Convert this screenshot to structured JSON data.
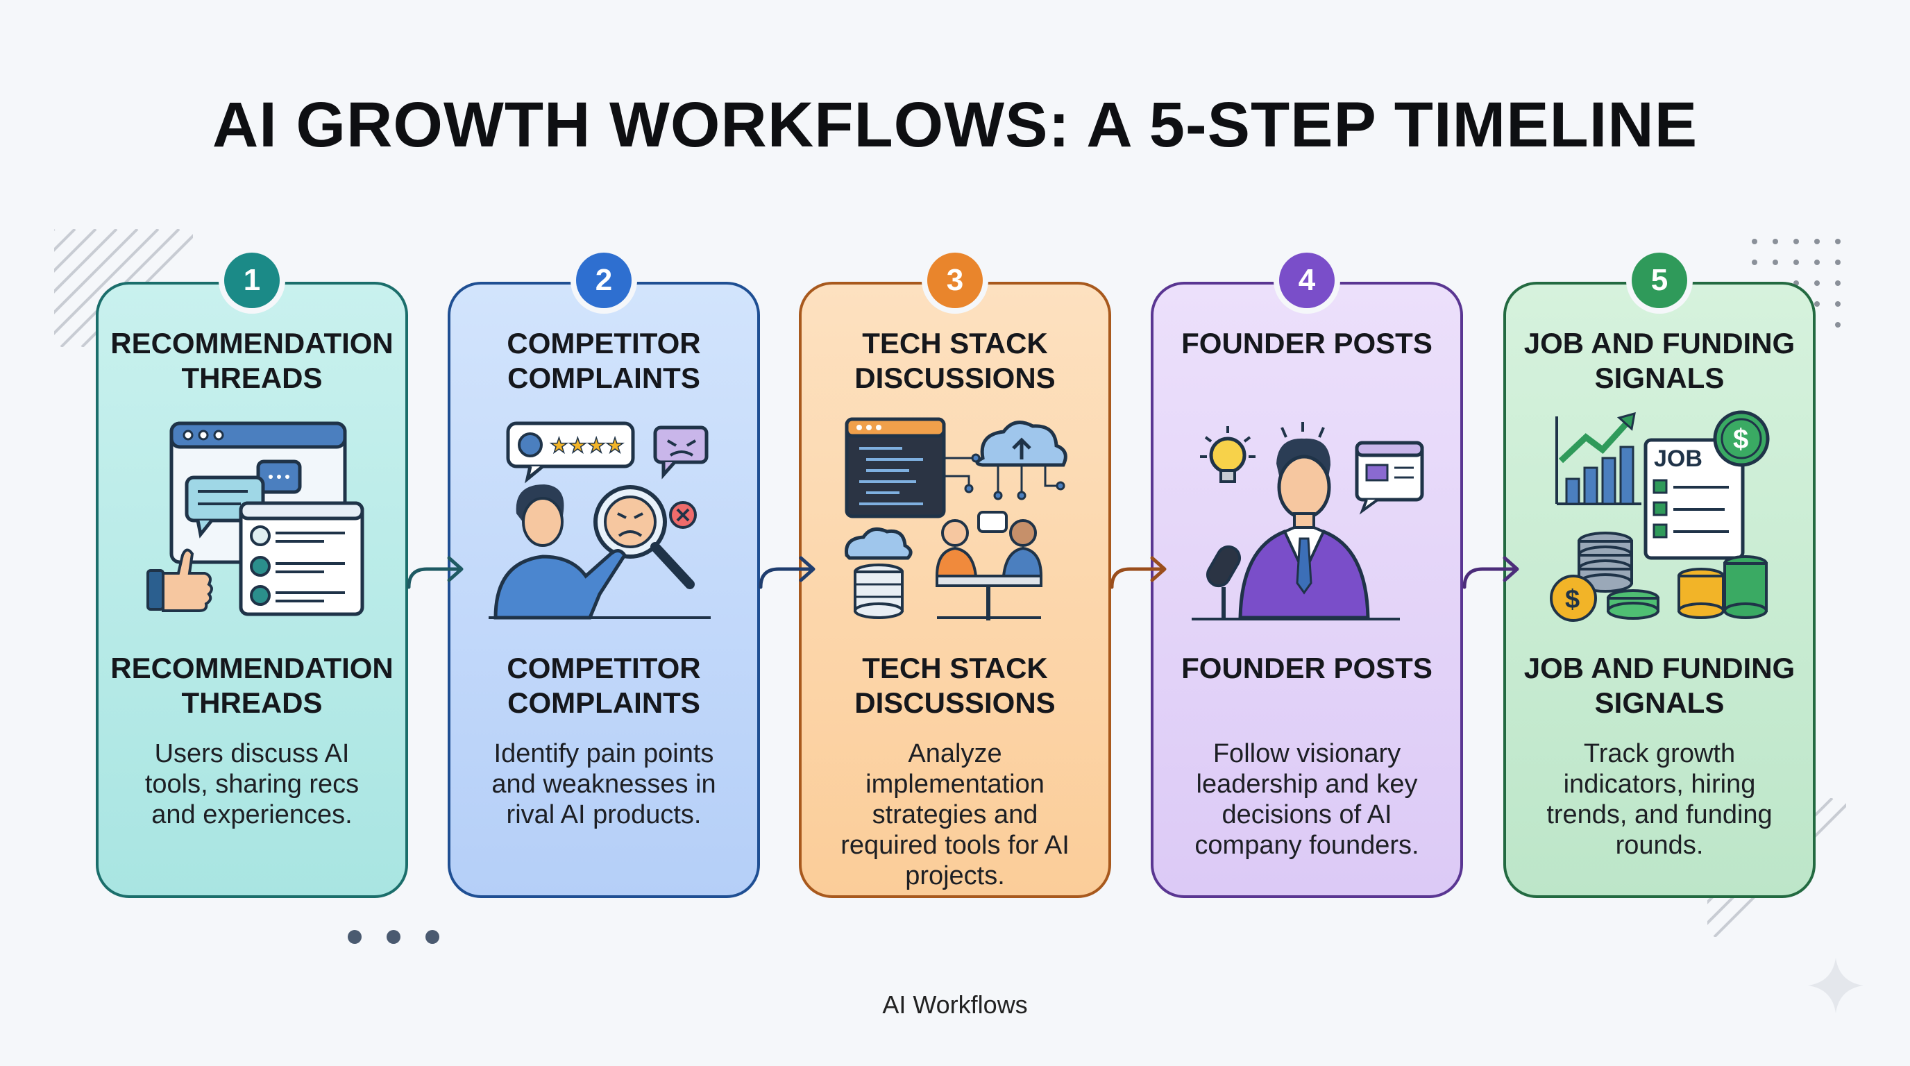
{
  "title": "AI GROWTH WORKFLOWS: A 5-STEP TIMELINE",
  "footer": "AI Workflows",
  "steps": [
    {
      "number": "1",
      "heading": "RECOMMENDATION THREADS",
      "subheading": "RECOMMENDATION THREADS",
      "description": "Users discuss AI tools, sharing recs and experiences.",
      "accent": "#1b8a87",
      "card_bg": "#b7ecea",
      "icon": "chat-windows-thumbs-up-icon"
    },
    {
      "number": "2",
      "heading": "COMPETITOR COMPLAINTS",
      "subheading": "COMPETITOR COMPLAINTS",
      "description": "Identify pain points and weaknesses in rival AI products.",
      "accent": "#2e6fd0",
      "card_bg": "#c5dcfb",
      "icon": "person-magnifier-review-icon"
    },
    {
      "number": "3",
      "heading": "TECH STACK DISCUSSIONS",
      "subheading": "TECH STACK DISCUSSIONS",
      "description": "Analyze implementation strategies and required tools for AI projects.",
      "accent": "#e9852c",
      "card_bg": "#fcd9b3",
      "icon": "code-cloud-team-icon"
    },
    {
      "number": "4",
      "heading": "FOUNDER POSTS",
      "subheading": "FOUNDER POSTS",
      "description": "Follow visionary leadership and key decisions of AI company founders.",
      "accent": "#7a4ec9",
      "card_bg": "#e2d3f8",
      "icon": "founder-microphone-icon"
    },
    {
      "number": "5",
      "heading": "JOB AND FUNDING SIGNALS",
      "subheading": "JOB AND FUNDING SIGNALS",
      "description": "Track growth indicators, hiring trends, and funding rounds.",
      "accent": "#2f9a5a",
      "card_bg": "#c9edd4",
      "icon": "growth-chart-job-coins-icon",
      "job_label": "JOB"
    }
  ]
}
